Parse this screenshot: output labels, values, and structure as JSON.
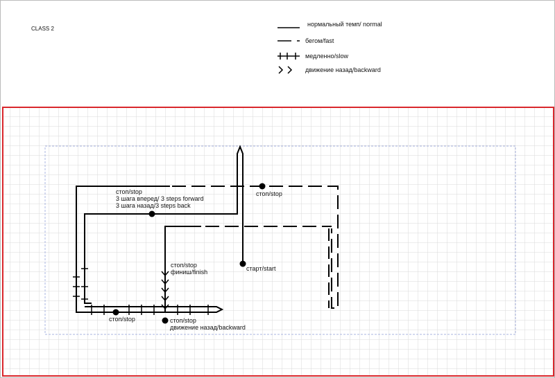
{
  "header": {
    "class_label": "CLASS 2"
  },
  "legend": {
    "normal": "нормальный темп/ normal",
    "fast": "бегом/fast",
    "slow": "медленно/slow",
    "backward": "движение назад/backward"
  },
  "labels": {
    "stop_top_right": "стоп/stop",
    "stop_steps_1": "стоп/stop",
    "stop_steps_2": "3 шага вперед/ 3 steps forward",
    "stop_steps_3": "3 шага назад/3 steps back",
    "start": "старт/start",
    "finish_1": "стоп/stop",
    "finish_2": "финиш/finish",
    "stop_bottom": "стоп/stop",
    "backward_1": "стоп/stop",
    "backward_2": "движение назад/backward"
  },
  "colors": {
    "field_border": "#d9262b",
    "grid": "#d9d9d9",
    "arena": "#aab4e0",
    "line": "#000000"
  }
}
